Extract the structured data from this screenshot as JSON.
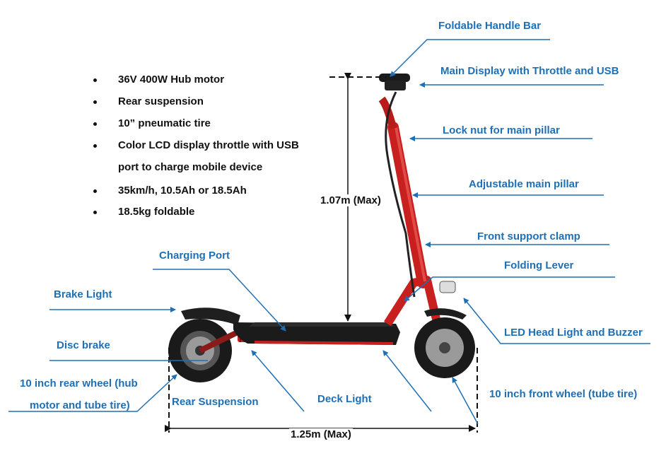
{
  "specs": [
    "36V 400W Hub motor",
    "Rear suspension",
    "10” pneumatic tire",
    "Color LCD display throttle with USB",
    "port to charge mobile device",
    "35km/h, 10.5Ah or 18.5Ah",
    "18.5kg foldable"
  ],
  "labels": {
    "handle_bar": "Foldable Handle Bar",
    "main_display": "Main Display with Throttle and USB",
    "lock_nut": "Lock nut for main pillar",
    "adjustable_pillar": "Adjustable main pillar",
    "front_clamp": "Front support clamp",
    "folding_lever": "Folding Lever",
    "head_light": "LED Head Light and Buzzer",
    "front_wheel": "10 inch front wheel (tube tire)",
    "deck_light": "Deck Light",
    "rear_suspension": "Rear Suspension",
    "rear_wheel_1": "10 inch rear wheel (hub",
    "rear_wheel_2": "motor and tube tire)",
    "disc_brake": "Disc brake",
    "brake_light": "Brake Light",
    "charging_port": "Charging Port"
  },
  "dimensions": {
    "height": "1.07m (Max)",
    "length": "1.25m (Max)"
  },
  "colors": {
    "label": "#1f6fb5",
    "frame": "#c8201e",
    "tire": "#1a1a1a"
  }
}
